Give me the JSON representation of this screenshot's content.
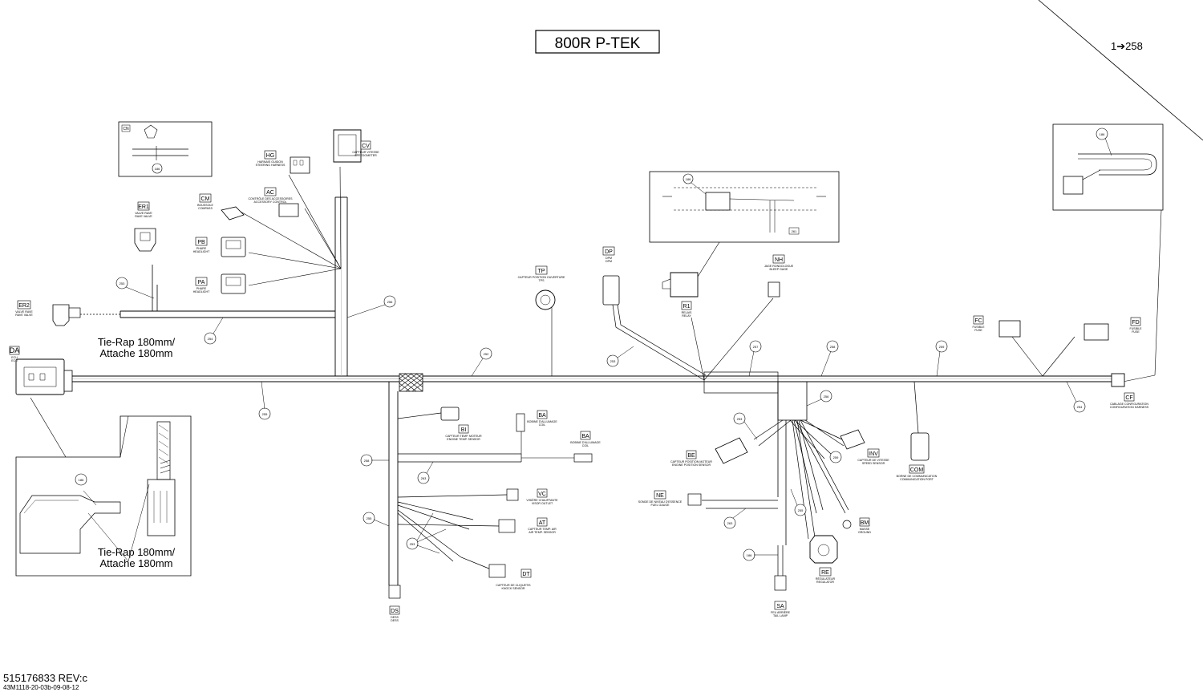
{
  "title": "800R P-TEK",
  "kit_ref": "1➔258",
  "part_number": "515176833 REV:c",
  "drawing_ref": "43M1118-20-03b-09-08-12",
  "tie_wrap_top": [
    "Tie-Rap 180mm/",
    "Attache 180mm"
  ],
  "tie_wrap_bottom": [
    "Tie-Rap 180mm/",
    "Attache 180mm"
  ],
  "connectors": {
    "CN": {
      "code": "CN",
      "caption": ""
    },
    "HG": {
      "code": "HG",
      "caption": [
        "HARNAIS GUIDON",
        "STEERING HARNESS"
      ]
    },
    "CV": {
      "code": "CV",
      "caption": [
        "CAPTEUR VITESSE",
        "SPEEDOMETER"
      ]
    },
    "ER1": {
      "code": "ER1",
      "caption": [
        "VALVE RAVE",
        "RAVE VALVE"
      ]
    },
    "CM": {
      "code": "CM",
      "caption": [
        "BOUSSOLE",
        "COMPASS"
      ]
    },
    "AC": {
      "code": "AC",
      "caption": [
        "CONTRÔLE DES ACCESSOIRES",
        "ACCESSORY CONTROL"
      ]
    },
    "PB": {
      "code": "PB",
      "caption": [
        "PHARE",
        "HEADLIGHT"
      ]
    },
    "PA": {
      "code": "PA",
      "caption": [
        "PHARE",
        "HEADLIGHT"
      ]
    },
    "ER2": {
      "code": "ER2",
      "caption": [
        "VALVE RAVE",
        "RAVE VALVE"
      ]
    },
    "DA": {
      "code": "DA",
      "caption": [
        "ECU",
        "ECU"
      ]
    },
    "TP": {
      "code": "TP",
      "caption": [
        "CAPTEUR POSITION OUVERTURE",
        "TPS"
      ]
    },
    "DP": {
      "code": "DP",
      "caption": [
        "DPM",
        "DPM"
      ]
    },
    "NH": {
      "code": "NH",
      "caption": [
        "JAGE RONDOLOGUE",
        "BLEEP GAGE"
      ]
    },
    "R1": {
      "code": "R1",
      "caption": [
        "RELAIS",
        "RELAY"
      ]
    },
    "FC": {
      "code": "FC",
      "caption": [
        "FUSIBLE",
        "FUSE"
      ]
    },
    "FD": {
      "code": "FD",
      "caption": [
        "FUSIBLE",
        "FUSE"
      ]
    },
    "CF": {
      "code": "CF",
      "caption": [
        "CABLAGE CONFIGURATION",
        "CONFIGURATION HARNESS"
      ]
    },
    "BI": {
      "code": "BI",
      "caption": [
        "CAPTEUR TEMP. MOTEUR",
        "ENGINE TEMP. SENSOR"
      ]
    },
    "BA1": {
      "code": "BA",
      "caption": [
        "BOBINE D'ALLUMAGE",
        "COIL"
      ]
    },
    "BA2": {
      "code": "BA",
      "caption": [
        "BOBINE D'ALLUMAGE",
        "COIL"
      ]
    },
    "VC": {
      "code": "VC",
      "caption": [
        "VISIÈRE CHAUFFANTE",
        "VISOR OUTLET"
      ]
    },
    "AT": {
      "code": "AT",
      "caption": [
        "CAPTEUR TEMP. AIR",
        "AIR TEMP. SENSOR"
      ]
    },
    "DT": {
      "code": "DT",
      "caption": [
        "CAPTEUR DE CLIQUETIS",
        "KNOCK SENSOR"
      ]
    },
    "DS": {
      "code": "DS",
      "caption": [
        "DESS",
        "DESS"
      ]
    },
    "BE": {
      "code": "BE",
      "caption": [
        "CAPTEUR POSITION MOTEUR",
        "ENGINE POSITION SENSOR"
      ]
    },
    "NE": {
      "code": "NE",
      "caption": [
        "SONDE DE NIVEAU D'ESSENCE",
        "FUEL GAUGE"
      ]
    },
    "INV": {
      "code": "INV",
      "caption": [
        "CAPTEUR DE VITESSE",
        "SPEED SENSOR"
      ]
    },
    "COM": {
      "code": "COM",
      "caption": [
        "BORNE DE COMMUNICATION",
        "COMMUNICATION PORT"
      ]
    },
    "BM": {
      "code": "BM",
      "caption": [
        "MASSE",
        "GROUND"
      ]
    },
    "RE": {
      "code": "RE",
      "caption": [
        "RÉGULATEUR",
        "REGULATOR"
      ]
    },
    "SA": {
      "code": "SA",
      "caption": [
        "FEU ARRIÈRE",
        "TAIL LAMP"
      ]
    }
  },
  "callouts": {
    "c_er1": "253",
    "c_cv": "256",
    "c_tw": "254",
    "c_main1": "252",
    "c_main2": "255",
    "c_cn": "186",
    "c_det1": "186",
    "c_det2": "261",
    "c_tp": "257",
    "c_dp": "253",
    "c_r": "258",
    "c_fd": "254",
    "c_com": "259",
    "c_cfg": "254",
    "c_kit": "186",
    "c_eng1": "253",
    "c_eng2": "253",
    "c_eng3": "253",
    "c_eng4": "256",
    "c_eng5": "255",
    "c_bi": "258",
    "c_ba": "263",
    "c_lower": "255",
    "c_low2": "253",
    "c_sa": "186",
    "c_inv": "256",
    "c_inv2": "259",
    "c_ne": "263",
    "c_tie": "186"
  }
}
